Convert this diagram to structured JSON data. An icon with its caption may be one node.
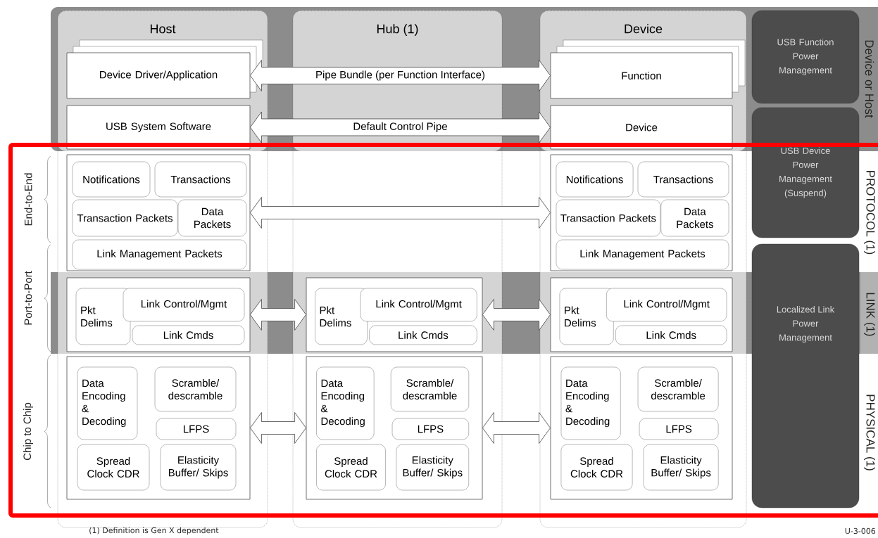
{
  "diagram": {
    "nodes": [
      {
        "text": [
          "Host"
        ]
      },
      {
        "text": [
          "Hub (1)"
        ]
      },
      {
        "text": [
          "Device"
        ]
      },
      {
        "text": [
          "Device Driver/Application"
        ],
        "in": 0
      },
      {
        "text": [
          "USB System Software"
        ],
        "in": 0
      },
      {
        "text": [],
        "shape": "box",
        "in": 0
      },
      {
        "text": [
          "Notifications"
        ],
        "in": 5
      },
      {
        "text": [
          "Transactions"
        ],
        "in": 5
      },
      {
        "text": [
          "Transaction Packets"
        ],
        "in": 5
      },
      {
        "text": [
          "Data Packets"
        ],
        "in": 5
      },
      {
        "text": [
          "Link Management Packets"
        ],
        "in": 5
      },
      {
        "text": [],
        "shape": "box",
        "in": 0
      },
      {
        "text": [
          "Pkt Delims"
        ],
        "in": 11
      },
      {
        "text": [
          "Link Control/Mgmt"
        ],
        "in": 11
      },
      {
        "text": [
          "Link Cmds"
        ],
        "in": 11
      },
      {
        "text": [],
        "shape": "box",
        "in": 0
      },
      {
        "text": [
          "Data Encoding & Decoding"
        ],
        "in": 15
      },
      {
        "text": [
          "Scramble/ descramble"
        ],
        "in": 15
      },
      {
        "text": [
          "LFPS"
        ],
        "in": 15
      },
      {
        "text": [
          "Spread Clock CDR"
        ],
        "in": 15
      },
      {
        "text": [
          "Elasticity Buffer/ Skips"
        ],
        "in": 15
      },
      {
        "text": [],
        "shape": "box",
        "in": 1
      },
      {
        "text": [
          "Pkt Delims"
        ],
        "in": 21
      },
      {
        "text": [
          "Link Control/Mgmt"
        ],
        "in": 21
      },
      {
        "text": [
          "Link Cmds"
        ],
        "in": 21
      },
      {
        "text": [],
        "shape": "box",
        "in": 1
      },
      {
        "text": [
          "Data Encoding & Decoding"
        ],
        "in": 25
      },
      {
        "text": [
          "Scramble/ descramble"
        ],
        "in": 25
      },
      {
        "text": [
          "LFPS"
        ],
        "in": 25
      },
      {
        "text": [
          "Spread Clock CDR"
        ],
        "in": 25
      },
      {
        "text": [
          "Elasticity Buffer/ Skips"
        ],
        "in": 25
      },
      {
        "text": [
          "Function"
        ],
        "in": 2
      },
      {
        "text": [
          "Device"
        ],
        "in": 2
      },
      {
        "text": [],
        "shape": "box",
        "in": 2
      },
      {
        "text": [
          "Notifications"
        ],
        "in": 33
      },
      {
        "text": [
          "Transactions"
        ],
        "in": 33
      },
      {
        "text": [
          "Transaction Packets"
        ],
        "in": 33
      },
      {
        "text": [
          "Data Packets"
        ],
        "in": 33
      },
      {
        "text": [
          "Link Management Packets"
        ],
        "in": 33
      },
      {
        "text": [],
        "shape": "box",
        "in": 2
      },
      {
        "text": [
          "Pkt Delims"
        ],
        "in": 39
      },
      {
        "text": [
          "Link Control/Mgmt"
        ],
        "in": 39
      },
      {
        "text": [
          "Link Cmds"
        ],
        "in": 39
      },
      {
        "text": [],
        "shape": "box",
        "in": 2
      },
      {
        "text": [
          "Data Encoding & Decoding"
        ],
        "in": 43
      },
      {
        "text": [
          "Scramble/ descramble"
        ],
        "in": 43
      },
      {
        "text": [
          "LFPS"
        ],
        "in": 43
      },
      {
        "text": [
          "Spread Clock CDR"
        ],
        "in": 43
      },
      {
        "text": [
          "Elasticity Buffer/ Skips"
        ],
        "in": 43
      },
      {
        "text": [
          "USB Function Power Management"
        ]
      },
      {
        "text": [
          "USB Device Power Management (Suspend)"
        ]
      },
      {
        "text": [
          "Localized Link Power Management"
        ]
      }
    ],
    "edges": [
      {
        "from": 3,
        "to": 31,
        "arrow": "both",
        "label": "Pipe Bundle (per Function Interface)"
      },
      {
        "from": 4,
        "to": 32,
        "arrow": "both",
        "label": "Default Control Pipe"
      },
      {
        "from": 5,
        "to": 33,
        "arrow": "both"
      },
      {
        "from": 11,
        "to": 21,
        "arrow": "both"
      },
      {
        "from": 21,
        "to": 39,
        "arrow": "both"
      },
      {
        "from": 15,
        "to": 25,
        "arrow": "both"
      },
      {
        "from": 25,
        "to": 43,
        "arrow": "both"
      }
    ],
    "labels": [
      "Device or Host",
      "End-to-End",
      "PROTOCOL (1)",
      "Port-to-Port",
      "LINK (1)",
      "Chip to Chip",
      "PHYSICAL (1)",
      "(1) Definition is Gen X dependent",
      "U-3-006"
    ]
  }
}
